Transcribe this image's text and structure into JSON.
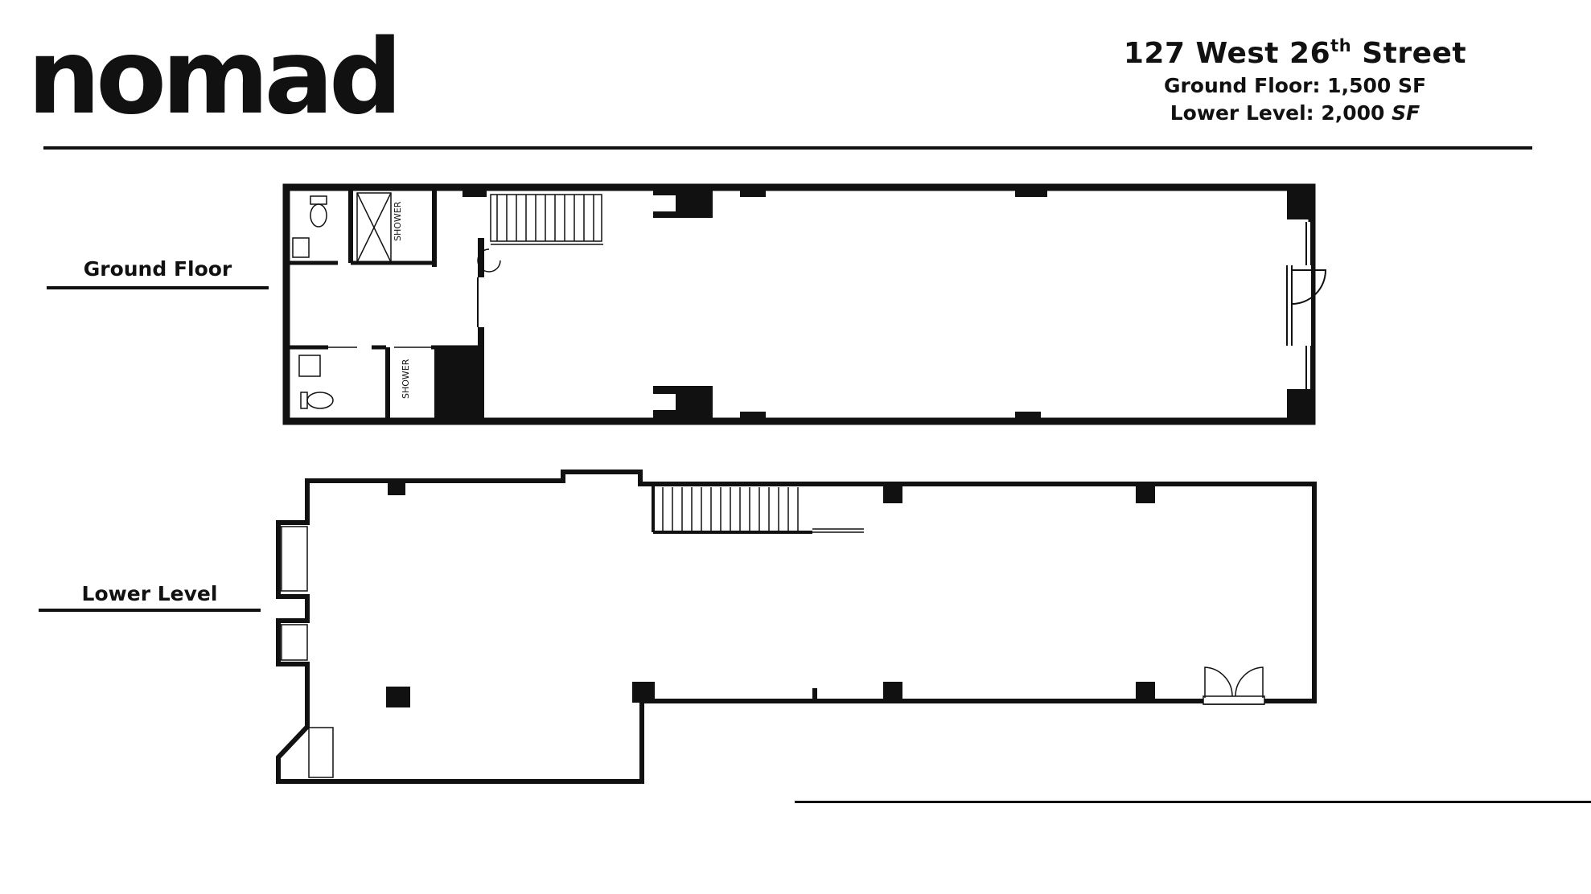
{
  "logo": {
    "text": "nomad"
  },
  "header": {
    "address_main": "127 West 26",
    "address_sup": "th",
    "address_end": " Street",
    "ground_floor_label": "Ground Floor: 1,500 SF",
    "lower_level_prefix": "Lower Level: 2,000 ",
    "lower_level_unit": "SF"
  },
  "labels": {
    "ground_floor": "Ground Floor",
    "lower_level": "Lower Level",
    "shower_1": "SHOWER",
    "shower_2": "SHOWER"
  },
  "colors": {
    "ink": "#111111",
    "background": "#ffffff"
  }
}
